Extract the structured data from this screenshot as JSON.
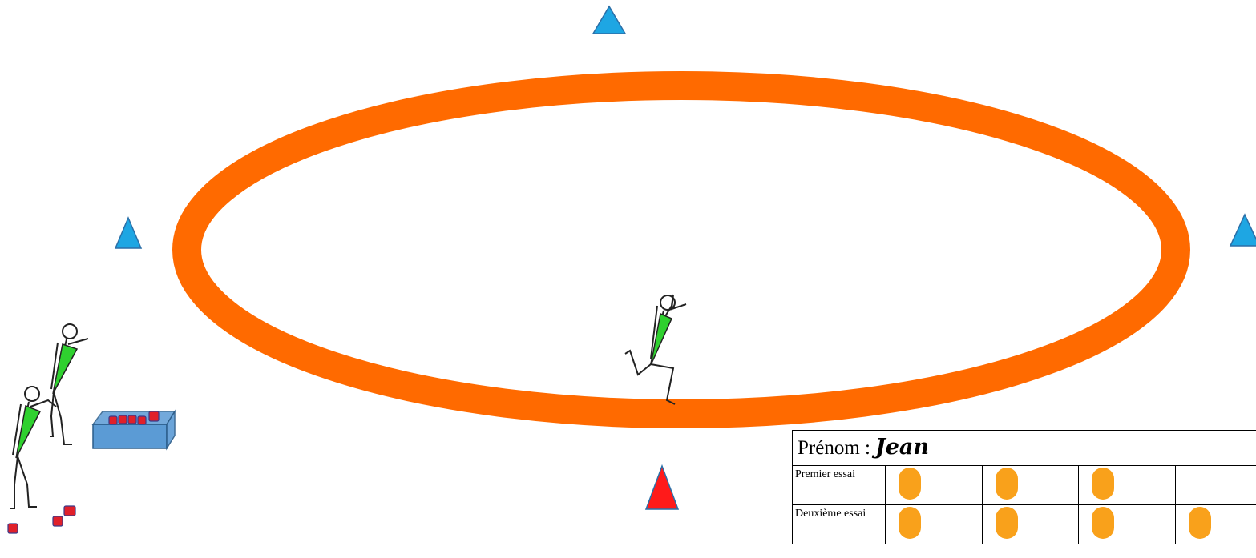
{
  "colors": {
    "track": "#ff6a00",
    "cone_blue": "#1ea6e3",
    "cone_red": "#ff1a1a",
    "runner_body": "#2fd12f",
    "crate": "#5b9bd5",
    "token": "#e0202a",
    "score_dot": "#f9a11b"
  },
  "scene": {
    "cones": [
      {
        "name": "cone-top",
        "color": "blue"
      },
      {
        "name": "cone-left",
        "color": "blue"
      },
      {
        "name": "cone-right",
        "color": "blue"
      },
      {
        "name": "cone-start",
        "color": "red"
      }
    ],
    "figures": [
      "runner-on-track",
      "waiting-child-back",
      "waiting-child-front"
    ],
    "objects": [
      "token-crate",
      "loose-token"
    ]
  },
  "score_card": {
    "name_label": "Prénom :",
    "name_value": "Jean",
    "rows": [
      {
        "label": "Premier essai",
        "dots": [
          1,
          1,
          1,
          0
        ]
      },
      {
        "label": "Deuxième essai",
        "dots": [
          1,
          1,
          1,
          1
        ]
      }
    ]
  }
}
